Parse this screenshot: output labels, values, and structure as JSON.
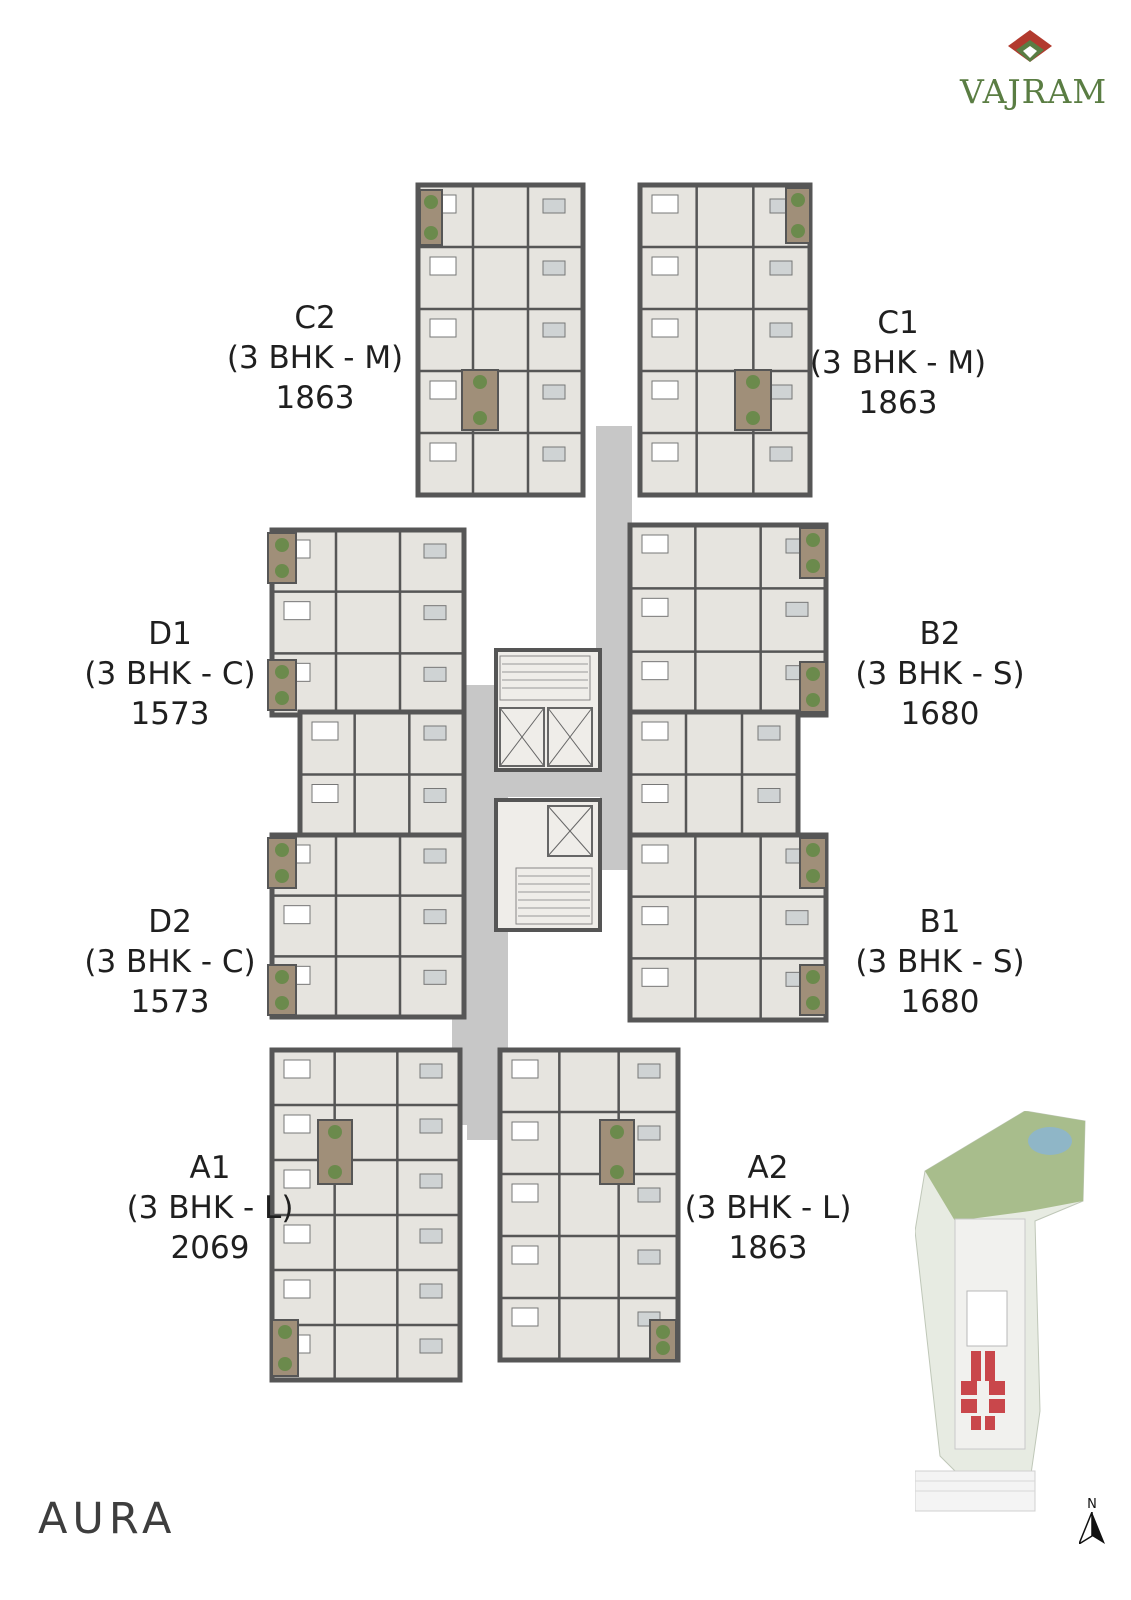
{
  "brand": {
    "name": "VAJRAM",
    "primary_color": "#5a7d43",
    "accent_color": "#b23a2e"
  },
  "units": [
    {
      "id": "C2",
      "type": "(3 BHK - M)",
      "area": "1863"
    },
    {
      "id": "C1",
      "type": "(3 BHK - M)",
      "area": "1863"
    },
    {
      "id": "D1",
      "type": "(3 BHK - C)",
      "area": "1573"
    },
    {
      "id": "B2",
      "type": "(3 BHK - S)",
      "area": "1680"
    },
    {
      "id": "D2",
      "type": "(3 BHK - C)",
      "area": "1573"
    },
    {
      "id": "B1",
      "type": "(3 BHK - S)",
      "area": "1680"
    },
    {
      "id": "A1",
      "type": "(3 BHK - L)",
      "area": "2069"
    },
    {
      "id": "A2",
      "type": "(3 BHK - L)",
      "area": "1863"
    }
  ],
  "project": {
    "name": "AURA"
  },
  "site_map": {
    "north_label": "N"
  },
  "colors": {
    "floor": "#e6e4df",
    "wall": "#565656",
    "corridor": "#c7c7c7",
    "balcony": "#a08f79",
    "greenery": "#6b8a4c",
    "highlight": "#c9474b"
  }
}
